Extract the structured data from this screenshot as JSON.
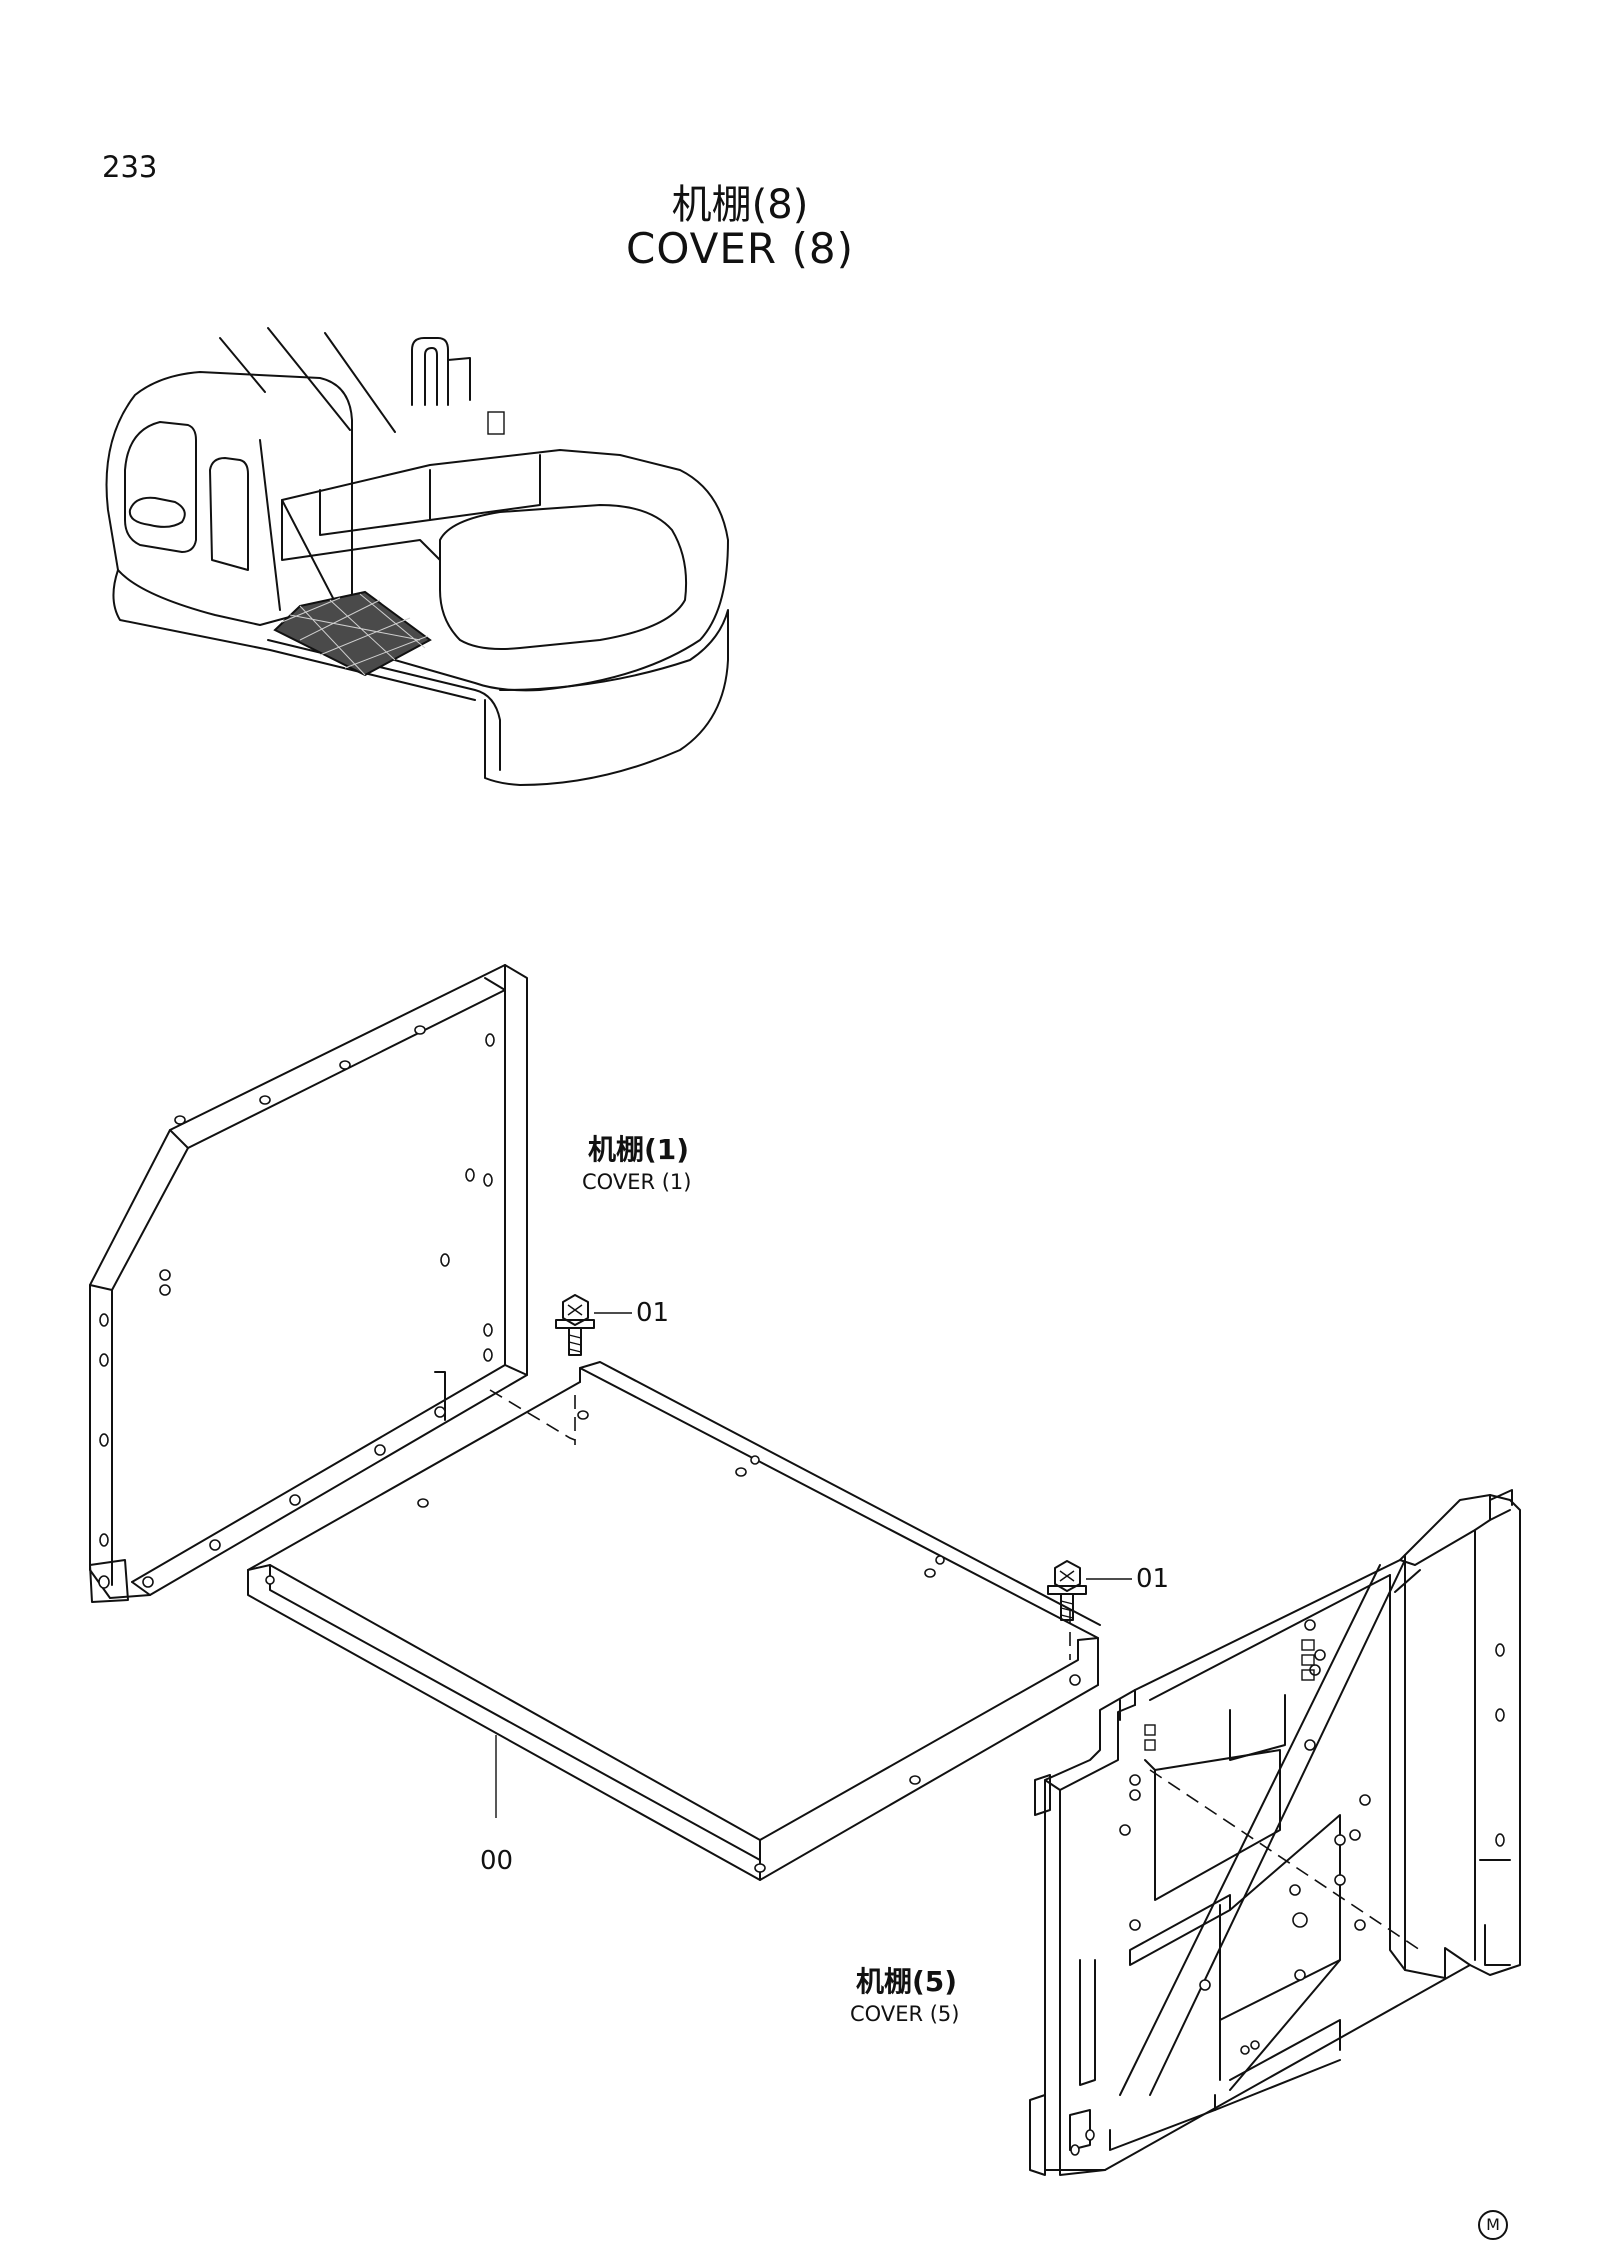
{
  "page_number": "233",
  "title": {
    "chinese": "机棚(8)",
    "english": "COVER (8)"
  },
  "references": [
    {
      "id": "cover-1",
      "chinese": "机棚(1)",
      "english": "COVER (1)"
    },
    {
      "id": "cover-5",
      "chinese": "机棚(5)",
      "english": "COVER (5)"
    }
  ],
  "part_callouts": [
    "01",
    "01",
    "00"
  ],
  "footer_mark": "M"
}
